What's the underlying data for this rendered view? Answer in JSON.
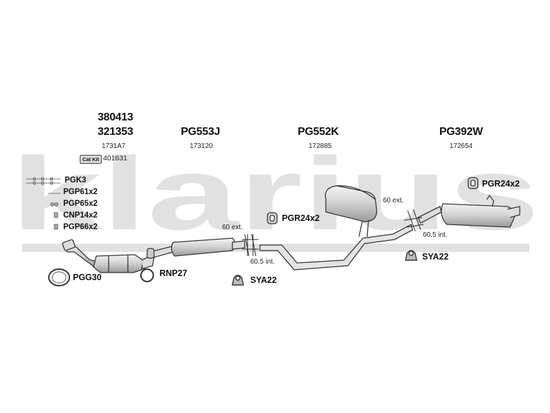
{
  "watermark": "klarius",
  "parts": [
    {
      "code_a": "380413",
      "code_b": "321353",
      "ref": "1731A7"
    },
    {
      "code": "PG553J",
      "ref": "173120"
    },
    {
      "code": "PG552K",
      "ref": "172885"
    },
    {
      "code": "PG392W",
      "ref": "172654"
    }
  ],
  "catkit": {
    "badge": "Cat Kit",
    "number": "401631"
  },
  "fitting_kits": [
    "PGK3",
    "PGP61x2",
    "PGP65x2",
    "CNP14x2",
    "PGP66x2"
  ],
  "fittings": {
    "pgg30": "PGG30",
    "rnp27": "RNP27",
    "sya22_left": "SYA22",
    "sya22_right": "SYA22",
    "pgr24_mid": "PGR24x2",
    "pgr24_right": "PGR24x2"
  },
  "dimensions": {
    "ext_left": "60 ext.",
    "int_left": "60.5 int.",
    "ext_right": "60 ext.",
    "int_right": "60.5 int."
  },
  "colors": {
    "watermark": "#dcdcdc",
    "part_fill": "#e2e2e2",
    "outline": "#333333"
  }
}
